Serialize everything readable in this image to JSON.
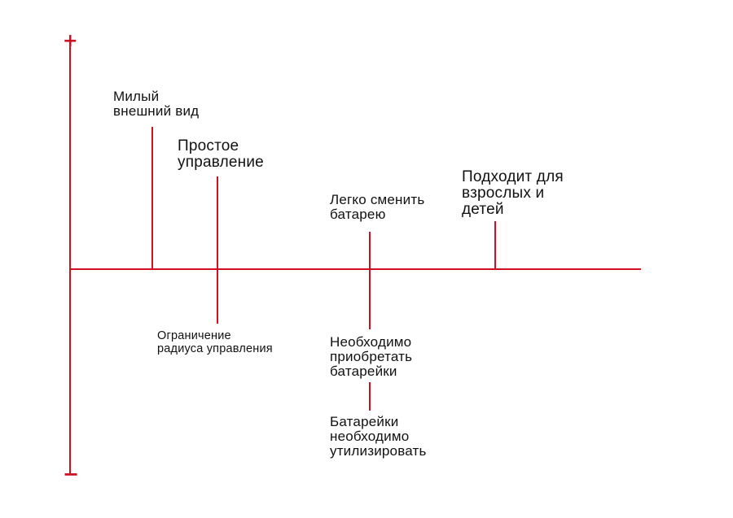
{
  "colors": {
    "line": "#d01020",
    "text": "#111111",
    "background": "#ffffff"
  },
  "axis": {
    "top_sign": "+",
    "bottom_sign": "−"
  },
  "pros": [
    {
      "lines": [
        "Милый",
        "внешний вид"
      ]
    },
    {
      "lines": [
        "Простое",
        "управление"
      ]
    },
    {
      "lines": [
        "Легко сменить",
        "батарею"
      ]
    },
    {
      "lines": [
        "Подходит для",
        "взрослых и",
        "детей"
      ]
    }
  ],
  "cons": [
    {
      "lines": [
        "Ограничение",
        "радиуса управления"
      ]
    },
    {
      "lines": [
        "Необходимо",
        "приобретать",
        "батарейки"
      ]
    },
    {
      "lines": [
        "Батарейки",
        "необходимо",
        "утилизировать"
      ]
    }
  ]
}
